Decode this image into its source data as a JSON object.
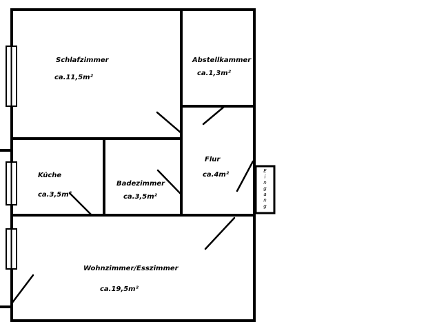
{
  "rooms": {
    "schlafzimmer": {
      "name": "Schlafzimmer",
      "area": "ca.11,5m²"
    },
    "abstellkammer": {
      "name": "Abstellkammer",
      "area": "ca.1,3m²"
    },
    "kueche": {
      "name": "Küche",
      "area": "ca.3,5m²"
    },
    "badezimmer": {
      "name": "Badezimmer",
      "area": "ca.3,5m²"
    },
    "flur": {
      "name": "Flur",
      "area": "ca.4m²"
    },
    "wohnzimmer": {
      "name": "Wohnzimmer/Esszimmer",
      "area": "ca.19,5m²"
    }
  },
  "entrance": {
    "letters": [
      "E",
      "i",
      "n",
      "g",
      "a",
      "n",
      "g"
    ]
  }
}
